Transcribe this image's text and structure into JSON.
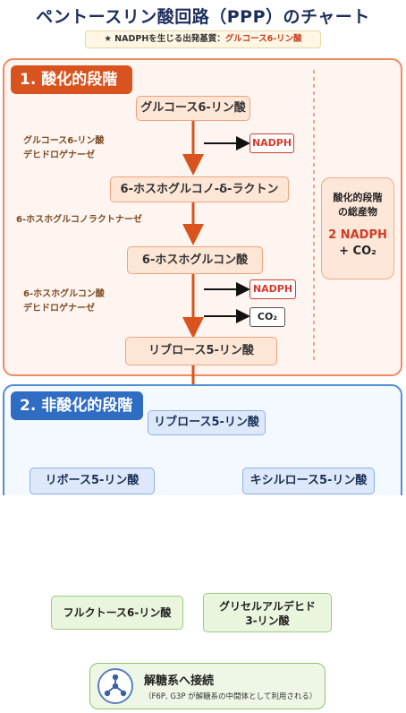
{
  "title": "ペントースリン酸回路（PPP）のチャート",
  "subtitle": {
    "star": "★",
    "text": "NADPHを生じる出発基質：",
    "highlight": "グルコース6-リン酸"
  },
  "oxidative": {
    "header": "1. 酸化的段階",
    "nodes": [
      "グルコース6-リン酸",
      "6-ホスホグルコノ-δ-ラクトン",
      "6-ホスホグルコン酸",
      "リブロース5-リン酸"
    ],
    "enzymes": {
      "e1_line1": "グルコース6-リン酸",
      "e1_line2": "デヒドロゲナーゼ",
      "e2": "6-ホスホグルコノラクトナーゼ",
      "e3_line1": "6-ホスホグルコン酸",
      "e3_line2": "デヒドロゲナーゼ"
    },
    "products": {
      "nadph": "NADPH",
      "co2": "CO₂"
    },
    "summary": {
      "line1": "酸化的段階",
      "line2": "の総産物",
      "value1": "2 NADPH",
      "value2": "+ CO₂"
    }
  },
  "nonoxidative": {
    "header": "2. 非酸化的段階",
    "top": "リブロース5-リン酸",
    "left": "リボース5-リン酸",
    "right": "キシルロース5-リン酸"
  },
  "lower": {
    "f6p": "フルクトース6-リン酸",
    "g3p_line1": "グリセルアルデヒド",
    "g3p_line2": "3-リン酸",
    "glycolysis_title": "解糖系へ接続",
    "glycolysis_sub": "（F6P, G3P が解糖系の中間体として利用される）"
  },
  "colors": {
    "oxidative_accent": "#d9531e",
    "nonoxidative_accent": "#2f6cc4",
    "nadph": "#d73a2c",
    "glycolysis": "#8fc36a",
    "big_arrow": "#3f6fc4"
  }
}
